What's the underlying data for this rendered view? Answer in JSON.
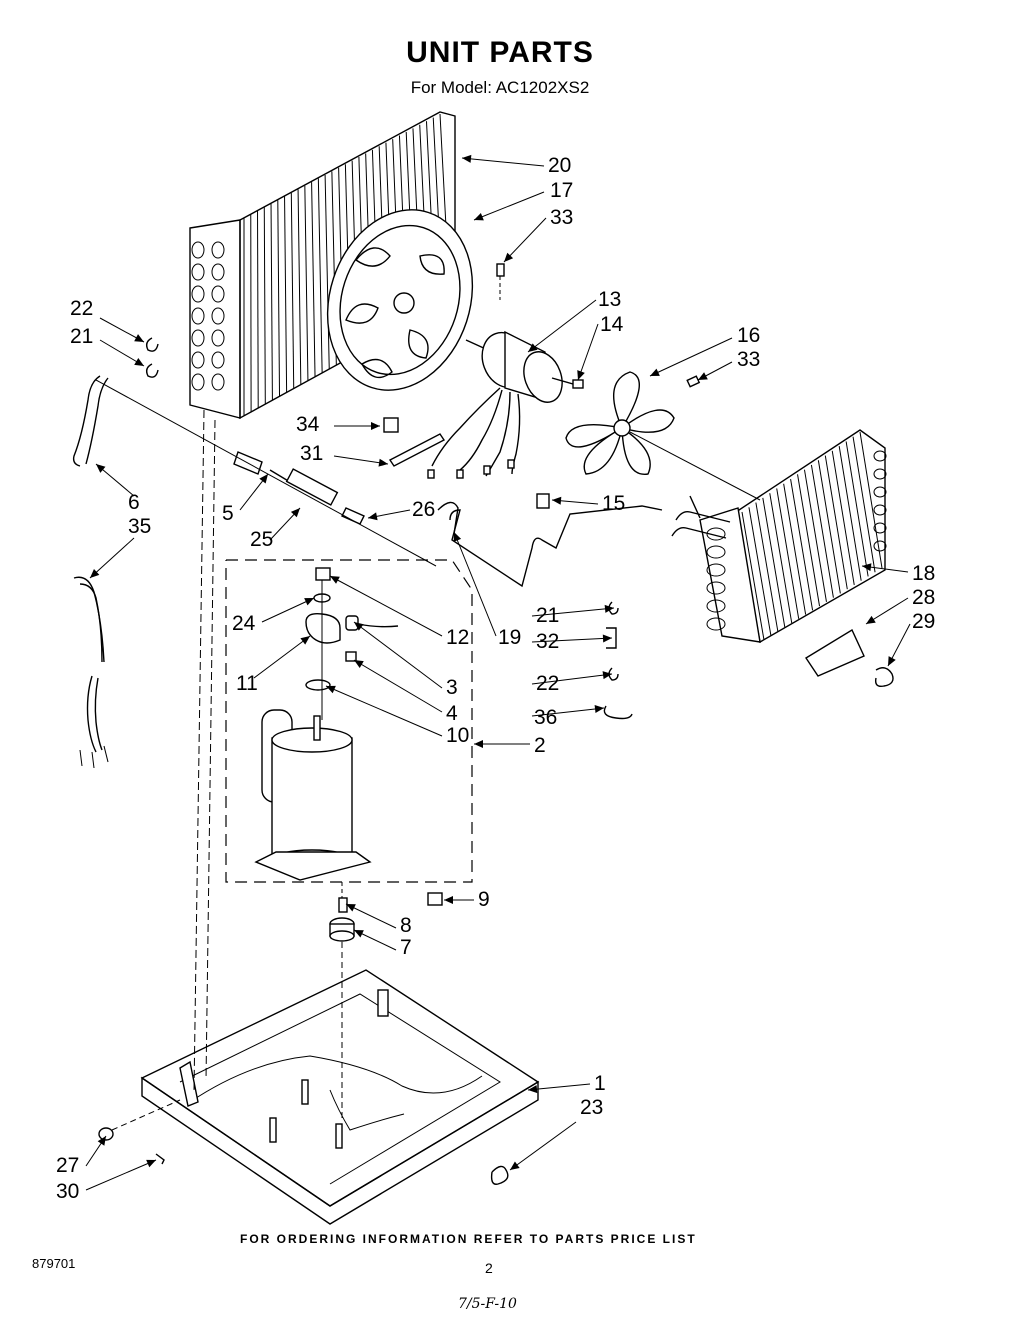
{
  "header": {
    "title": "UNIT PARTS",
    "subtitle": "For Model: AC1202XS2"
  },
  "callouts": [
    "20",
    "17",
    "33",
    "13",
    "14",
    "16",
    "33",
    "22",
    "21",
    "34",
    "31",
    "6",
    "35",
    "5",
    "25",
    "26",
    "15",
    "18",
    "28",
    "29",
    "24",
    "12",
    "11",
    "3",
    "4",
    "10",
    "2",
    "21",
    "32",
    "22",
    "36",
    "19",
    "9",
    "8",
    "7",
    "1",
    "23",
    "27",
    "30"
  ],
  "footer": {
    "ordering_note": "FOR ORDERING INFORMATION REFER TO PARTS PRICE LIST",
    "document_number": "879701",
    "page_number": "2",
    "handwritten_note": "7/5-F-10"
  }
}
